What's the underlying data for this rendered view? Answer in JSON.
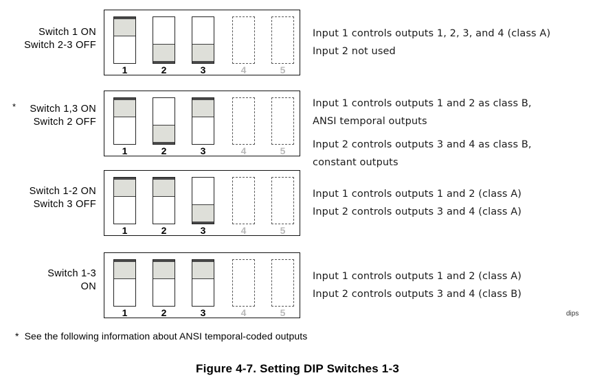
{
  "figure": {
    "caption": "Figure 4-7. Setting DIP Switches 1-3",
    "footnote_marker": "*",
    "footnote": "See the following information about ANSI temporal-coded outputs",
    "artifact_label": "dips"
  },
  "switch_numbers": [
    "1",
    "2",
    "3",
    "4",
    "5"
  ],
  "colors": {
    "lever_fill": "#dedfd9",
    "lever_edge": "#3a3a3a",
    "panel_border": "#111111",
    "inactive_border": "#555555",
    "inactive_label": "#b9b9b9"
  },
  "rows": [
    {
      "marker": "",
      "label": "Switch 1 ON\nSwitch 2-3 OFF",
      "states": [
        "up",
        "down",
        "down",
        "none",
        "none"
      ],
      "description": [
        "Input 1 controls outputs 1, 2, 3, and 4 (class A)",
        "Input 2 not used"
      ]
    },
    {
      "marker": "*",
      "label": "Switch 1,3 ON\nSwitch 2 OFF",
      "states": [
        "up",
        "down",
        "up",
        "none",
        "none"
      ],
      "description": [
        "Input 1 controls outputs 1 and 2 as class B,",
        "ANSI temporal outputs",
        "Input 2 controls outputs 3 and 4 as class B,",
        "constant outputs"
      ]
    },
    {
      "marker": "",
      "label": "Switch 1-2 ON\nSwitch 3 OFF",
      "states": [
        "up",
        "up",
        "down",
        "none",
        "none"
      ],
      "description": [
        "Input 1 controls outputs 1 and 2 (class A)",
        "Input 2 controls outputs 3 and 4 (class A)"
      ]
    },
    {
      "marker": "",
      "label": "Switch 1-3\nON",
      "states": [
        "up",
        "up",
        "up",
        "none",
        "none"
      ],
      "description": [
        "Input 1 controls outputs 1 and 2 (class A)",
        "Input 2 controls outputs 3 and 4 (class B)"
      ]
    }
  ]
}
